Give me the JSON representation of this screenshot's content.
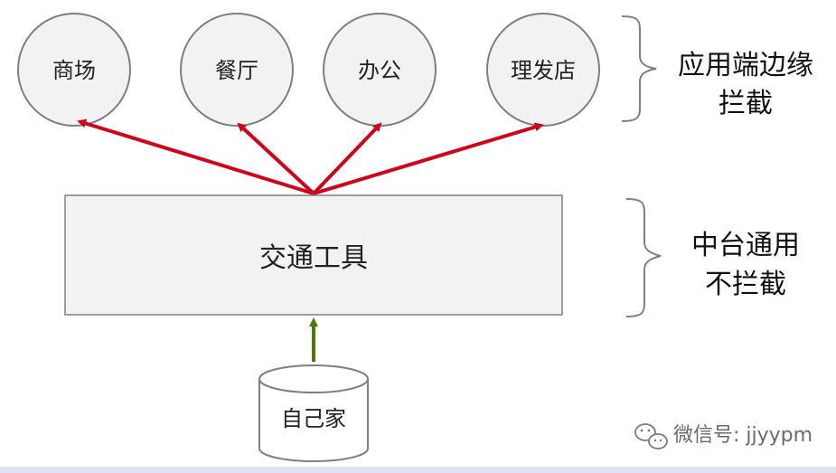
{
  "apps": [
    {
      "label": "商场"
    },
    {
      "label": "餐厅"
    },
    {
      "label": "办公"
    },
    {
      "label": "理发店"
    }
  ],
  "platform": {
    "label": "交通工具"
  },
  "source": {
    "label": "自己家"
  },
  "annotations": {
    "app_edge_line1": "应用端边缘",
    "app_edge_line2": "拦截",
    "platform_line1": "中台通用",
    "platform_line2": "不拦截"
  },
  "watermark": {
    "text": "微信号: jjyypm",
    "icon": "wechat-icon"
  },
  "colors": {
    "red_arrow": "#d0021b",
    "green_arrow": "#4a7a0c",
    "circle_fill": "#f2f2f2",
    "box_fill": "#f2f2f2",
    "stroke": "#7f7f7f"
  }
}
